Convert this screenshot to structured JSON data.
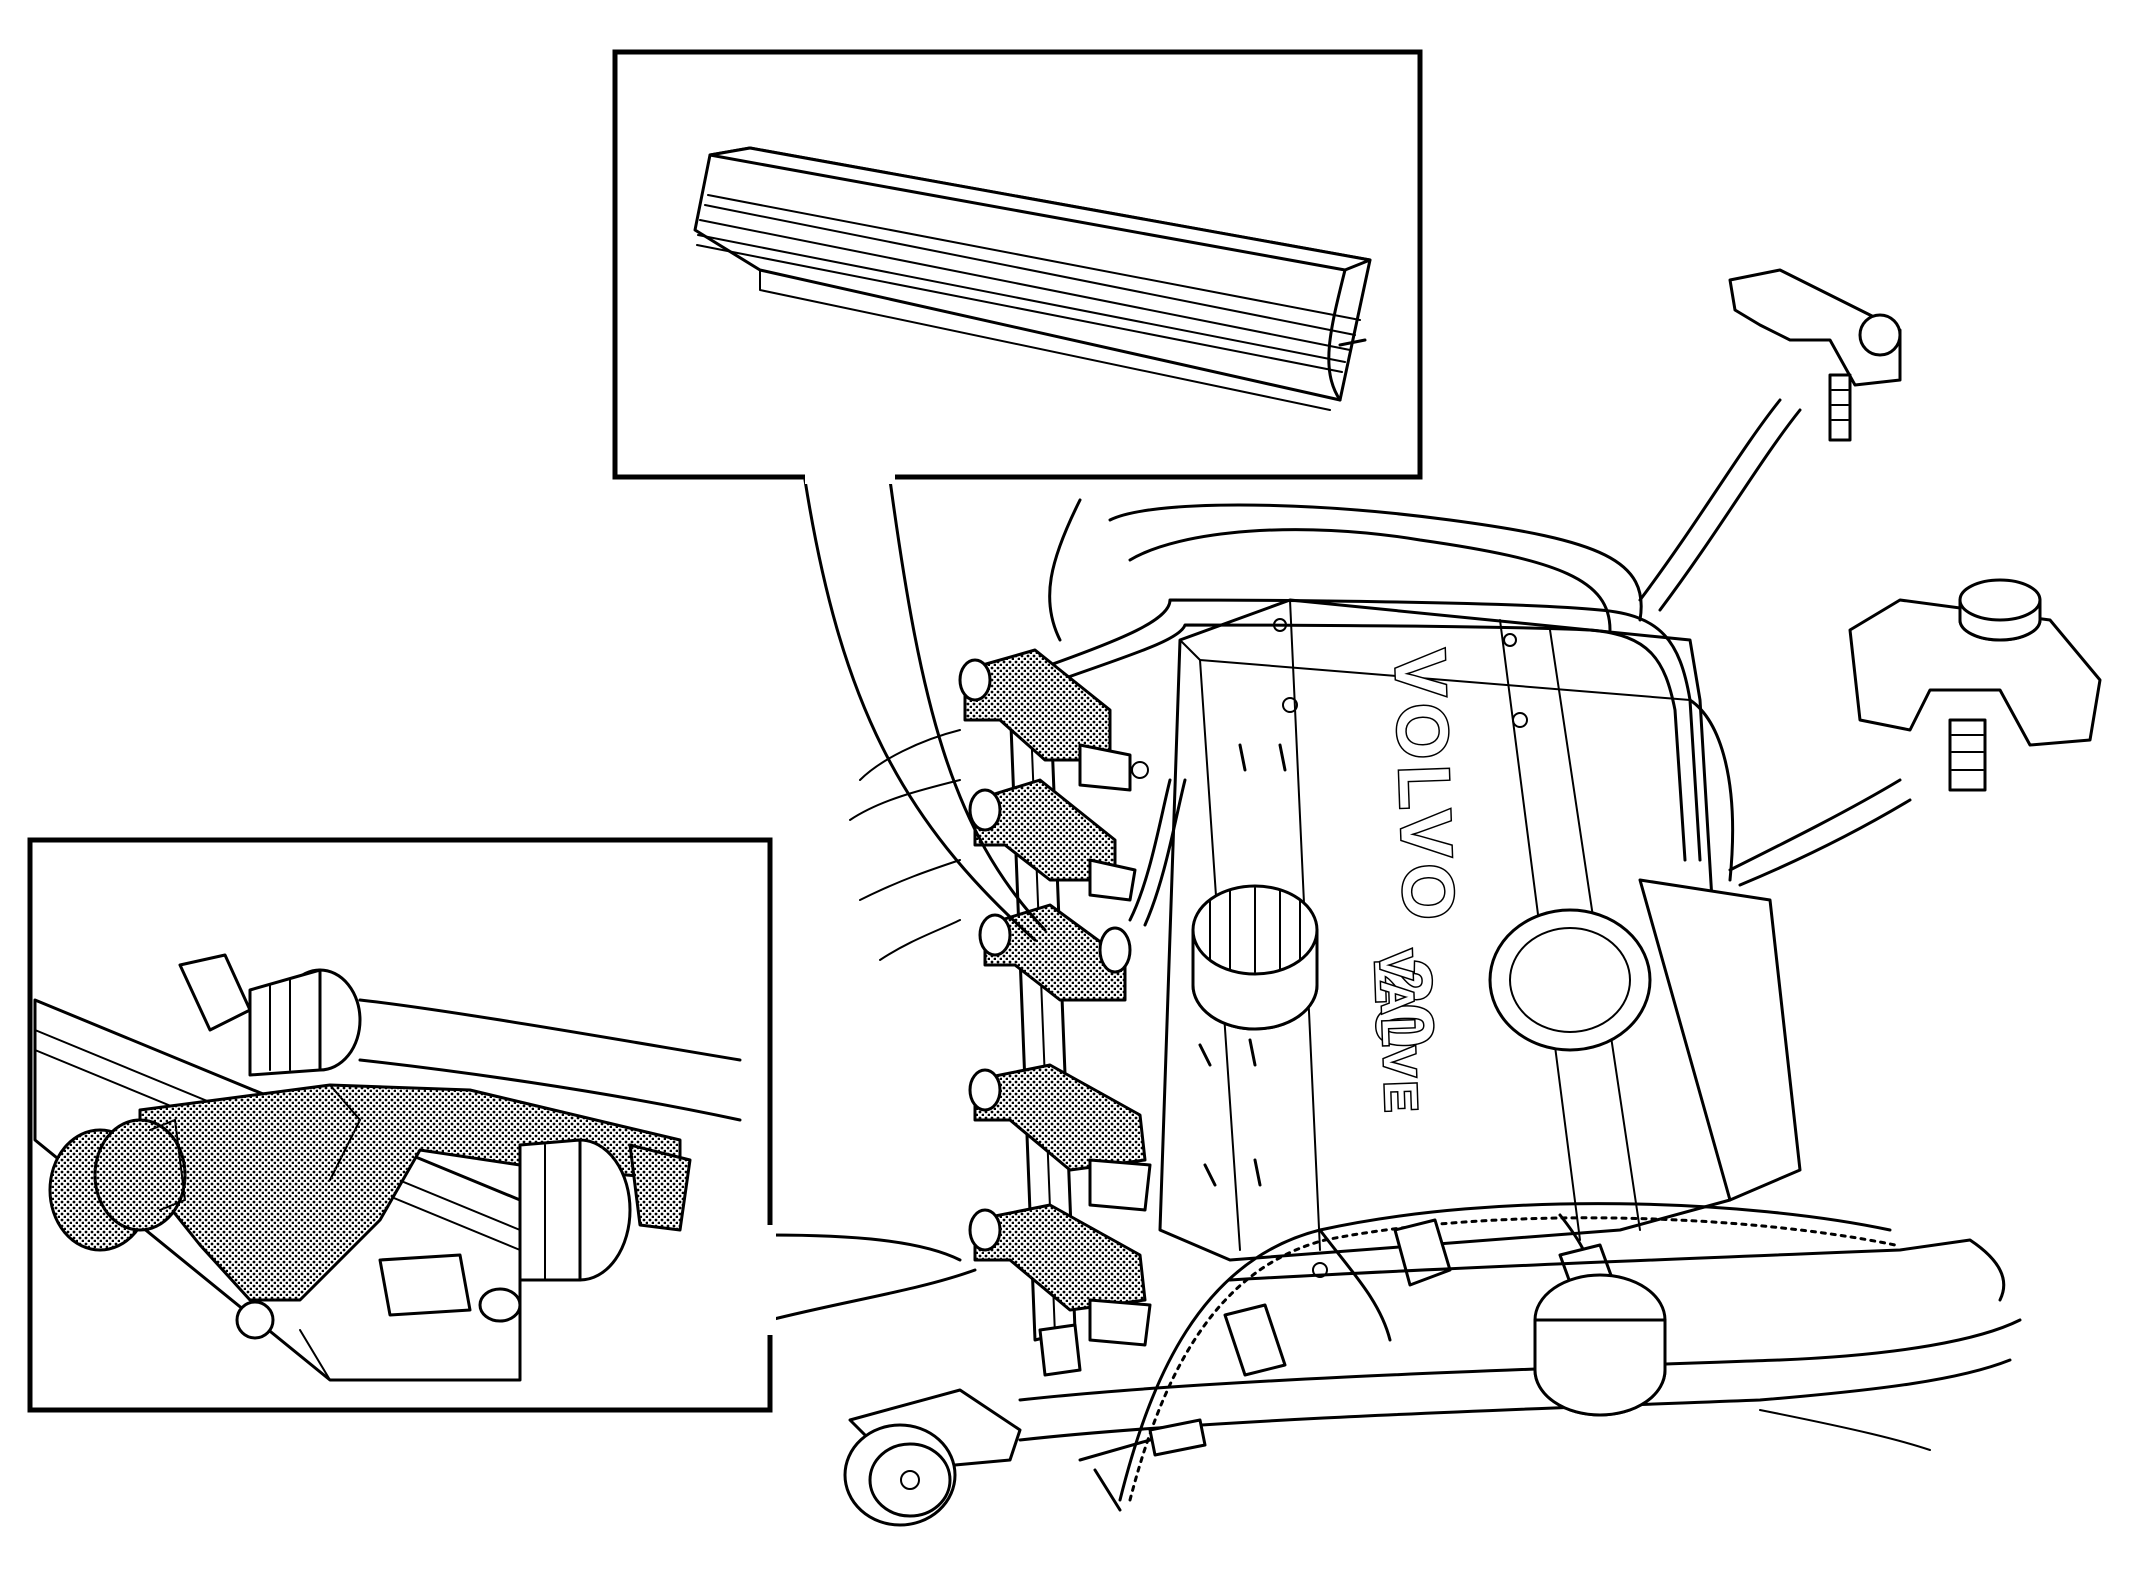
{
  "engine_text": {
    "brand": "VOLVO",
    "model_number": "20",
    "model_word": "VALVE"
  },
  "colors": {
    "ink": "#000000",
    "paper": "#ffffff"
  }
}
